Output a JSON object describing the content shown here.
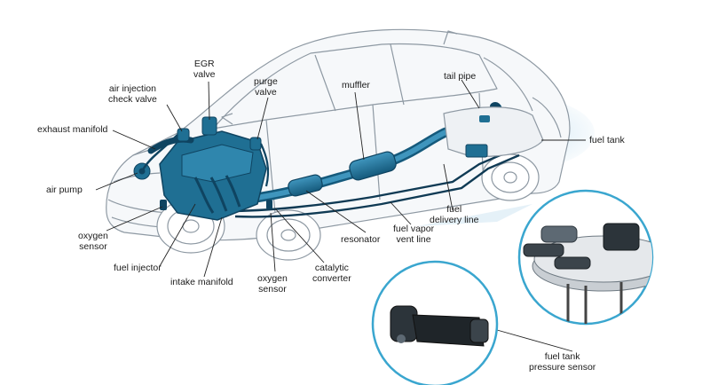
{
  "labels": {
    "egr_valve": [
      "EGR",
      "valve"
    ],
    "air_injection_check_valve": [
      "air injection",
      "check valve"
    ],
    "purge_valve": [
      "purge",
      "valve"
    ],
    "muffler": [
      "muffler"
    ],
    "tail_pipe": [
      "tail pipe"
    ],
    "exhaust_manifold": [
      "exhaust manifold"
    ],
    "fuel_tank": [
      "fuel tank"
    ],
    "air_pump": [
      "air pump"
    ],
    "fuel_delivery_line": [
      "fuel",
      "delivery line"
    ],
    "oxygen_sensor_front": [
      "oxygen",
      "sensor"
    ],
    "fuel_vapor_vent_line": [
      "fuel vapor",
      "vent line"
    ],
    "resonator": [
      "resonator"
    ],
    "fuel_injector": [
      "fuel injector"
    ],
    "catalytic_converter": [
      "catalytic",
      "converter"
    ],
    "intake_manifold": [
      "intake manifold"
    ],
    "oxygen_sensor_rear": [
      "oxygen",
      "sensor"
    ],
    "fuel_tank_pressure_sensor": [
      "fuel tank",
      "pressure sensor"
    ]
  },
  "colors": {
    "car_outline": "#8e99a3",
    "car_body": "#f4f6f8",
    "component_blue": "#1f6f93",
    "component_dark": "#0f4461",
    "leader_line": "#222222",
    "callout_ring": "#3aa6cf",
    "tank_glow": "#cfe6f3"
  },
  "icons": [
    "car-outline-illustration",
    "engine-assembly",
    "exhaust-pipe",
    "fuel-tank",
    "fuel-pump-detail",
    "pressure-sensor-detail"
  ]
}
